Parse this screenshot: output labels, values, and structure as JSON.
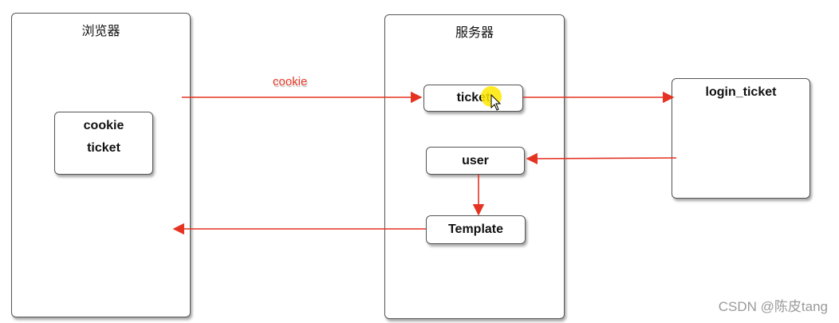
{
  "browser": {
    "title": "浏览器",
    "items": [
      "cookie",
      "ticket"
    ]
  },
  "server": {
    "title": "服务器",
    "ticket": "ticket",
    "user": "user",
    "template": "Template"
  },
  "db": {
    "title": "login_ticket"
  },
  "edges": {
    "cookie_label": "cookie"
  },
  "watermark": "CSDN @陈皮tang",
  "colors": {
    "arrow": "#e53322",
    "border": "#555555"
  }
}
